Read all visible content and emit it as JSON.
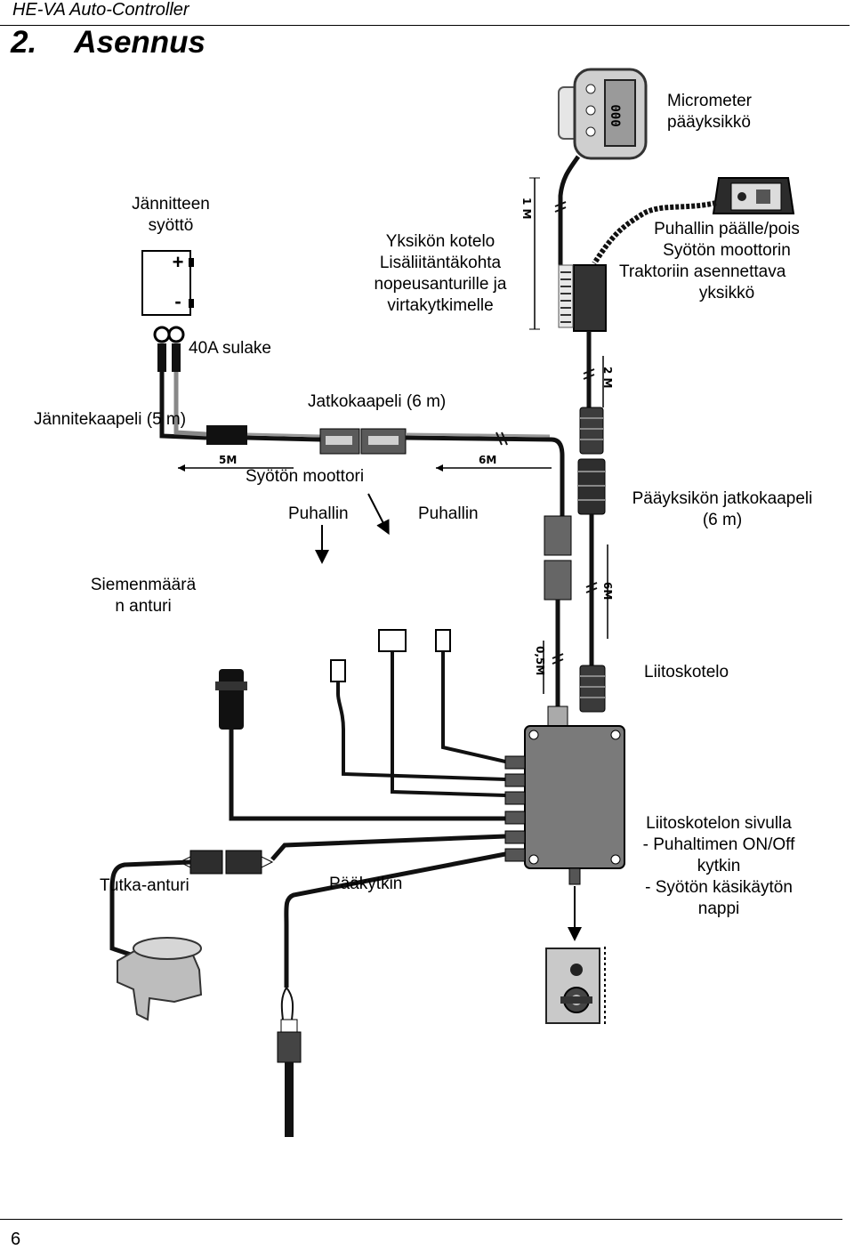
{
  "header": {
    "running_title": "HE-VA Auto-Controller",
    "section_number": "2.",
    "section_title": "Asennus"
  },
  "labels": {
    "micrometer": [
      "Micrometer",
      "pääyksikkö"
    ],
    "power_supply": [
      "Jännitteen",
      "syöttö"
    ],
    "battery_plus": "+",
    "battery_minus": "-",
    "unit_housing": [
      "Yksikön kotelo",
      "Lisäliitäntäkohta",
      "nopeusanturille ja",
      "virtakytkimelle"
    ],
    "tractor_unit": [
      "Puhallin päälle/pois",
      "Syötön moottorin",
      "Traktoriin asennettava",
      "yksikkö"
    ],
    "fuse": "40A sulake",
    "voltage_cable": "Jännitekaapeli (5 m)",
    "extension_cable": "Jatkokaapeli (6 m)",
    "feed_motor": "Syötön moottori",
    "fan_left": "Puhallin",
    "fan_right": "Puhallin",
    "main_unit_extension": [
      "Pääyksikön jatkokaapeli",
      "(6 m)"
    ],
    "seed_rate_sensor": [
      "Siemenmäärä",
      "n anturi"
    ],
    "junction_box": "Liitoskotelo",
    "junction_box_side": [
      "Liitoskotelon sivulla",
      "- Puhaltimen ON/Off",
      "kytkin",
      "- Syötön käsikäytön",
      "nappi"
    ],
    "radar_sensor": "Tutka-anturi",
    "main_switch": "Pääkytkin"
  },
  "dimensions": {
    "d_1m": "1 M",
    "d_2m": "2 M",
    "d_5m": "5M",
    "d_6m_ext": "6M",
    "d_6m_main": "6M",
    "d_05m": "0,5M"
  },
  "micrometer_display": "000",
  "footer": {
    "page_number": "6"
  }
}
